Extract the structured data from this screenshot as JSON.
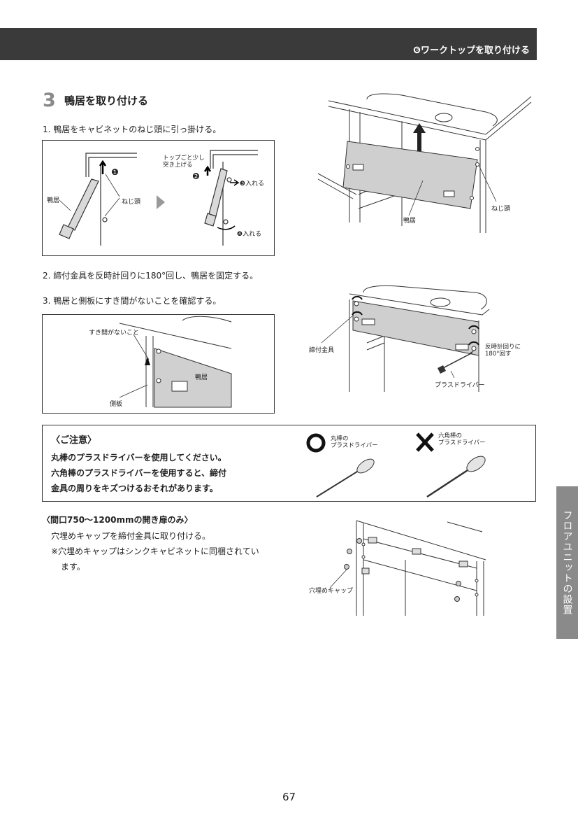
{
  "header": {
    "section_title": "❻ワークトップを取り付ける"
  },
  "step": {
    "number": "3",
    "title": "鴨居を取り付ける",
    "instructions": [
      "1. 鴨居をキャビネットのねじ頭に引っ掛ける。",
      "2. 締付金具を反時計回りに180°回し、鴨居を固定する。",
      "3. 鴨居と側板にすき間がないことを確認する。"
    ]
  },
  "figure1": {
    "labels": {
      "kamoi": "鴨居",
      "screw_head": "ねじ頭",
      "lift_top": "トップごと少し\n突き上げる",
      "step1": "❶",
      "step2": "❷",
      "step3": "❸入れる",
      "step4": "❹入れる"
    }
  },
  "figure2": {
    "labels": {
      "kamoi": "鴨居",
      "screw_head": "ねじ頭"
    }
  },
  "figure3": {
    "labels": {
      "fastener": "締付金具",
      "rotate": "反時計回りに\n180°回す",
      "screwdriver": "プラスドライバー"
    }
  },
  "figure4": {
    "labels": {
      "no_gap": "すき間がないこと",
      "kamoi": "鴨居",
      "side_panel": "側板"
    }
  },
  "caution": {
    "title": "〈ご注意〉",
    "lines": [
      "丸棒のプラスドライバーを使用してください。",
      "六角棒のプラスドライバーを使用すると、締付",
      "金具の周りをキズつけるおそれがあります。"
    ],
    "good_label": "丸棒の\nプラスドライバー",
    "bad_label": "六角棒の\nプラスドライバー"
  },
  "note": {
    "title": "〈間口750〜1200mmの開き扉のみ〉",
    "line1": "穴埋めキャップを締付金具に取り付ける。",
    "line2": "※穴埋めキャップはシンクキャビネットに同梱されてい",
    "line3": "ます。",
    "cap_label": "穴埋めキャップ"
  },
  "side_tab": "フロアユニットの設置",
  "page_number": "67"
}
